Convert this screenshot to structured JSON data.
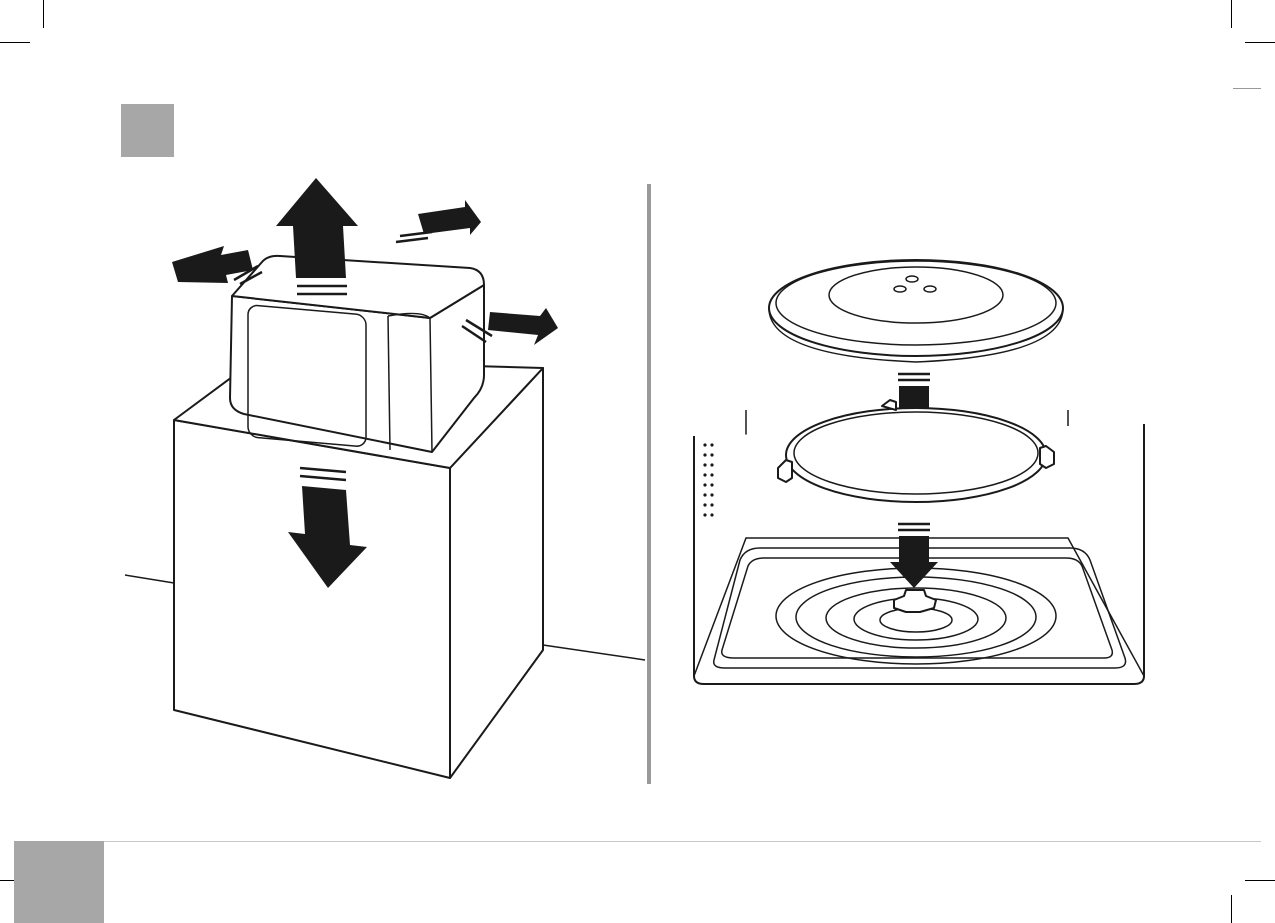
{
  "colors": {
    "marker_gray": "#a7a7a7",
    "divider_gray": "#9a9a9a",
    "footer_rule": "#c8c8c8",
    "line": "#1a1a1a"
  },
  "figure_left": {
    "subject": "microwave-on-cabinet-clearance",
    "arrows": [
      "up",
      "left",
      "right",
      "back",
      "down"
    ]
  },
  "figure_right": {
    "subject": "turntable-assembly",
    "parts": [
      "glass-tray",
      "roller-ring",
      "coupler"
    ]
  }
}
